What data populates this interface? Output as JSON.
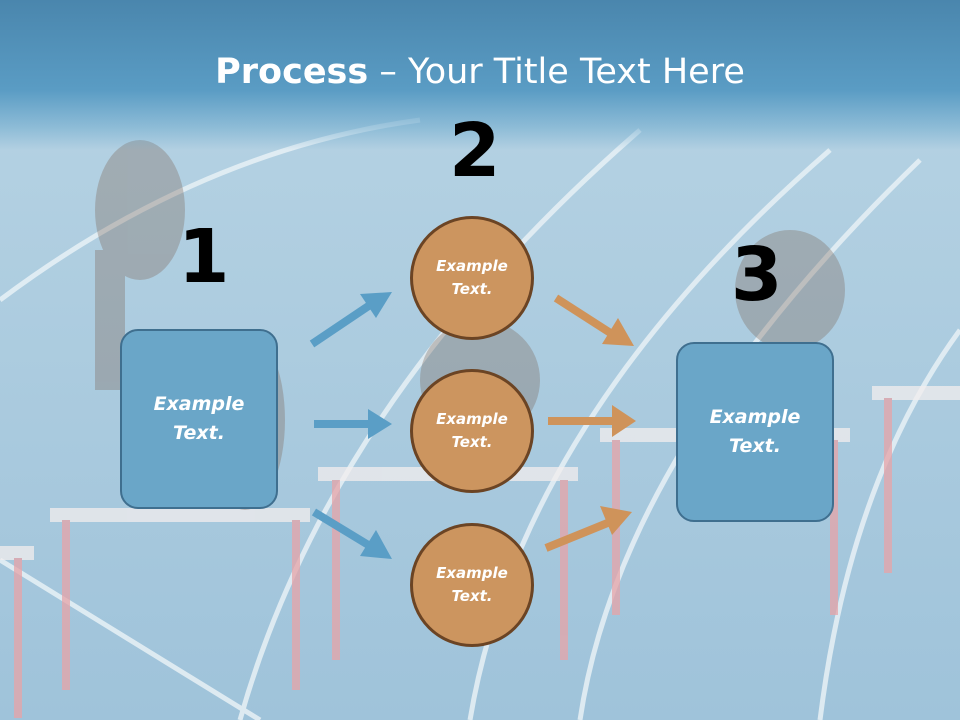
{
  "title": {
    "bold": "Process",
    "rest": " – Your Title Text Here"
  },
  "steps": [
    {
      "number": "1",
      "text": "Example\nText."
    },
    {
      "number": "2",
      "text": "Example\nText."
    },
    {
      "number": "3",
      "text": "Example\nText."
    }
  ],
  "circles": [
    {
      "text": "Example\nText."
    },
    {
      "text": "Example\nText."
    },
    {
      "text": "Example\nText."
    }
  ],
  "colors": {
    "box": "#6aa6c8",
    "box_border": "#3f6f8f",
    "circle": "#cc955f",
    "circle_border": "#6b4424",
    "arrow_blue": "#5a9ec6",
    "arrow_orange": "#cf935a"
  },
  "background_image": "athletes jumping hurdles on a blue running track"
}
